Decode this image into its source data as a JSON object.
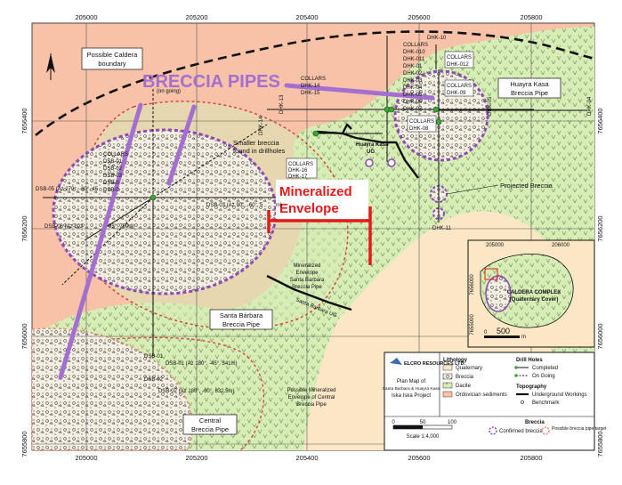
{
  "grid": {
    "x_ticks": [
      "205000",
      "205200",
      "205400",
      "205600",
      "205800"
    ],
    "y_ticks": [
      "7656400",
      "7656200",
      "7656000",
      "7655800"
    ]
  },
  "annotations": {
    "breccia_pipes": "BRECCIA PIPES",
    "mineralized_line1": "Mineralized",
    "mineralized_line2": "Envelope"
  },
  "labels": {
    "caldera_boundary_1": "Possible Caldera",
    "caldera_boundary_2": "boundary",
    "huayra_kasa_1": "Huayra Kasa",
    "huayra_kasa_2": "Breccia Pipe",
    "smaller_breccia_1": "Smaller breccia",
    "smaller_breccia_2": "found in drillholes",
    "projected_breccia": "Projected Breccia",
    "huayra_kasa_ug_1": "Huayra Kasa",
    "huayra_kasa_ug_2": "UG",
    "santa_barbara_1": "Santa Bárbara",
    "santa_barbara_2": "Breccia Pipe",
    "min_env_sb_1": "Mineralized",
    "min_env_sb_2": "Envelope",
    "min_env_sb_3": "Santa Barbara",
    "min_env_sb_4": "Breccia Pipe",
    "santa_barbara_ug": "Santa Barbara UG",
    "central_1": "Central",
    "central_2": "Breccia Pipe",
    "possible_central_1": "Possible Mineralized",
    "possible_central_2": "Envelope of Central",
    "possible_central_3": "Breccia Pipe",
    "on_going": "(on going)"
  },
  "collars": [
    {
      "title": "COLLARS",
      "lines": [
        "DSB-01",
        "DSB-02",
        "DSB-03",
        "DSB-0",
        "DSB-0"
      ]
    },
    {
      "title": "COLLARS",
      "lines": [
        "DHK-14",
        "DHK-15"
      ]
    },
    {
      "title": "COLLARS",
      "lines": [
        "DHK-010",
        "DHK-011",
        "DHK-01",
        "DHK-02",
        "DHK-03",
        "DHK-04",
        "DHK-05",
        "DHK-06",
        "DHK-07"
      ]
    },
    {
      "title": "COLLARS",
      "lines": [
        "DHK-012"
      ]
    },
    {
      "title": "COLLARS",
      "lines": [
        "DHK-09"
      ]
    },
    {
      "title": "COLLARS",
      "lines": [
        "DHK-08"
      ]
    },
    {
      "title": "COLLARS",
      "lines": [
        "DHK-16",
        "DHK-17"
      ]
    }
  ],
  "drillholes": {
    "dsb05": "DSB-05 (Az 270°, -60°, 45",
    "dsb06": "DSB-06 (Az 202",
    "dsb06b": "-85°, 700m)",
    "dsb03": "DSB-03 (Az 90°, -60°, 5",
    "dsb03b": "m)",
    "dsb01": "DSB-01 (Az 180°, -45°, 341m)",
    "dsb02": "DSB-02 (Az 180°, -60°, 632.5m)",
    "dhk_labels": [
      "DHK-14",
      "DHK-13",
      "DHK-10",
      "DHK-11",
      "DHK-05",
      "DHK-04",
      "DSB-01",
      "DSB-02"
    ]
  },
  "inset": {
    "title_1": "CALDERA COMPLEX",
    "title_2": "(Quaternary Cover)",
    "x_ticks": [
      "205000",
      "206000"
    ],
    "y_ticks": [
      "7656000",
      "7655000"
    ],
    "scale_0": "0",
    "scale_500": "500",
    "scale_m": "m"
  },
  "legend": {
    "company": "ELCRO RESOURCES LTD.",
    "plan_title_1": "Plan Map of",
    "plan_title_2": "Santa Barbara & Huayra Kasa",
    "plan_title_3": "Iska Iska Project",
    "lithology_title": "Lithology",
    "lithology": [
      "Quaternary",
      "Breccia",
      "Dacite",
      "Ordovician sediments"
    ],
    "drill_title": "Drill Holes",
    "drill": [
      "Completed",
      "On Going"
    ],
    "topo_title": "Topography",
    "topo": [
      "Underground Workings",
      "Benchmark"
    ],
    "breccia_title": "Breccia",
    "breccia": [
      "Confirmed breccia",
      "Possible breccia pipe target"
    ],
    "scale_ticks": [
      "0",
      "50",
      "100"
    ],
    "scale_label": "Scale 1:4,000"
  },
  "colors": {
    "dacite": "#d8ecb8",
    "sediment": "#f7c2a8",
    "quaternary": "#fbe7c5",
    "accent_purple": "#a46fd1",
    "accent_red": "#e21b1b",
    "dashed_red": "#d93a3a"
  }
}
